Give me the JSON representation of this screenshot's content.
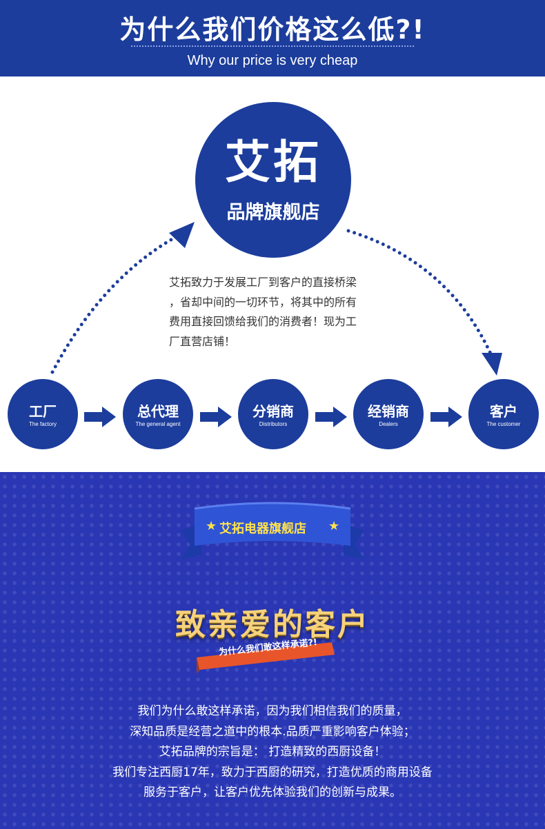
{
  "header": {
    "title": "为什么我们价格这么低?!",
    "subtitle": "Why our price is very cheap"
  },
  "hub": {
    "brand": "艾拓",
    "store": "品牌旗舰店"
  },
  "description": [
    "艾拓致力于发展工厂到客户的直接桥梁",
    "，省却中间的一切环节，将其中的所有",
    "费用直接回馈给我们的消费者！现为工",
    "厂直营店铺！"
  ],
  "flow": [
    {
      "cn": "工厂",
      "en": "The factory"
    },
    {
      "cn": "总代理",
      "en": "The general agent"
    },
    {
      "cn": "分销商",
      "en": "Distributors"
    },
    {
      "cn": "经销商",
      "en": "Dealers"
    },
    {
      "cn": "客户",
      "en": "The customer"
    }
  ],
  "ribbon": {
    "label": "艾拓电器旗舰店",
    "star": "★"
  },
  "letter": {
    "title": "致亲爱的客户",
    "tag": "为什么我们敢这样承诺?!",
    "lines": [
      "我们为什么敢这样承诺，因为我们相信我们的质量，",
      "深知品质是经营之道中的根本.品质严重影响客户体验；",
      "艾拓品牌的宗旨是：  打造精致的西厨设备！",
      "我们专注西厨17年，致力于西厨的研究，打造优质的商用设备",
      "服务于客户，让客户优先体验我们的创新与成果。"
    ]
  },
  "colors": {
    "primary": "#1c3d9c",
    "bottom_bg": "#2a37b4",
    "gold": "#f7d27a",
    "ribbon_text": "#ffe14d",
    "tag": "#e8552a"
  }
}
